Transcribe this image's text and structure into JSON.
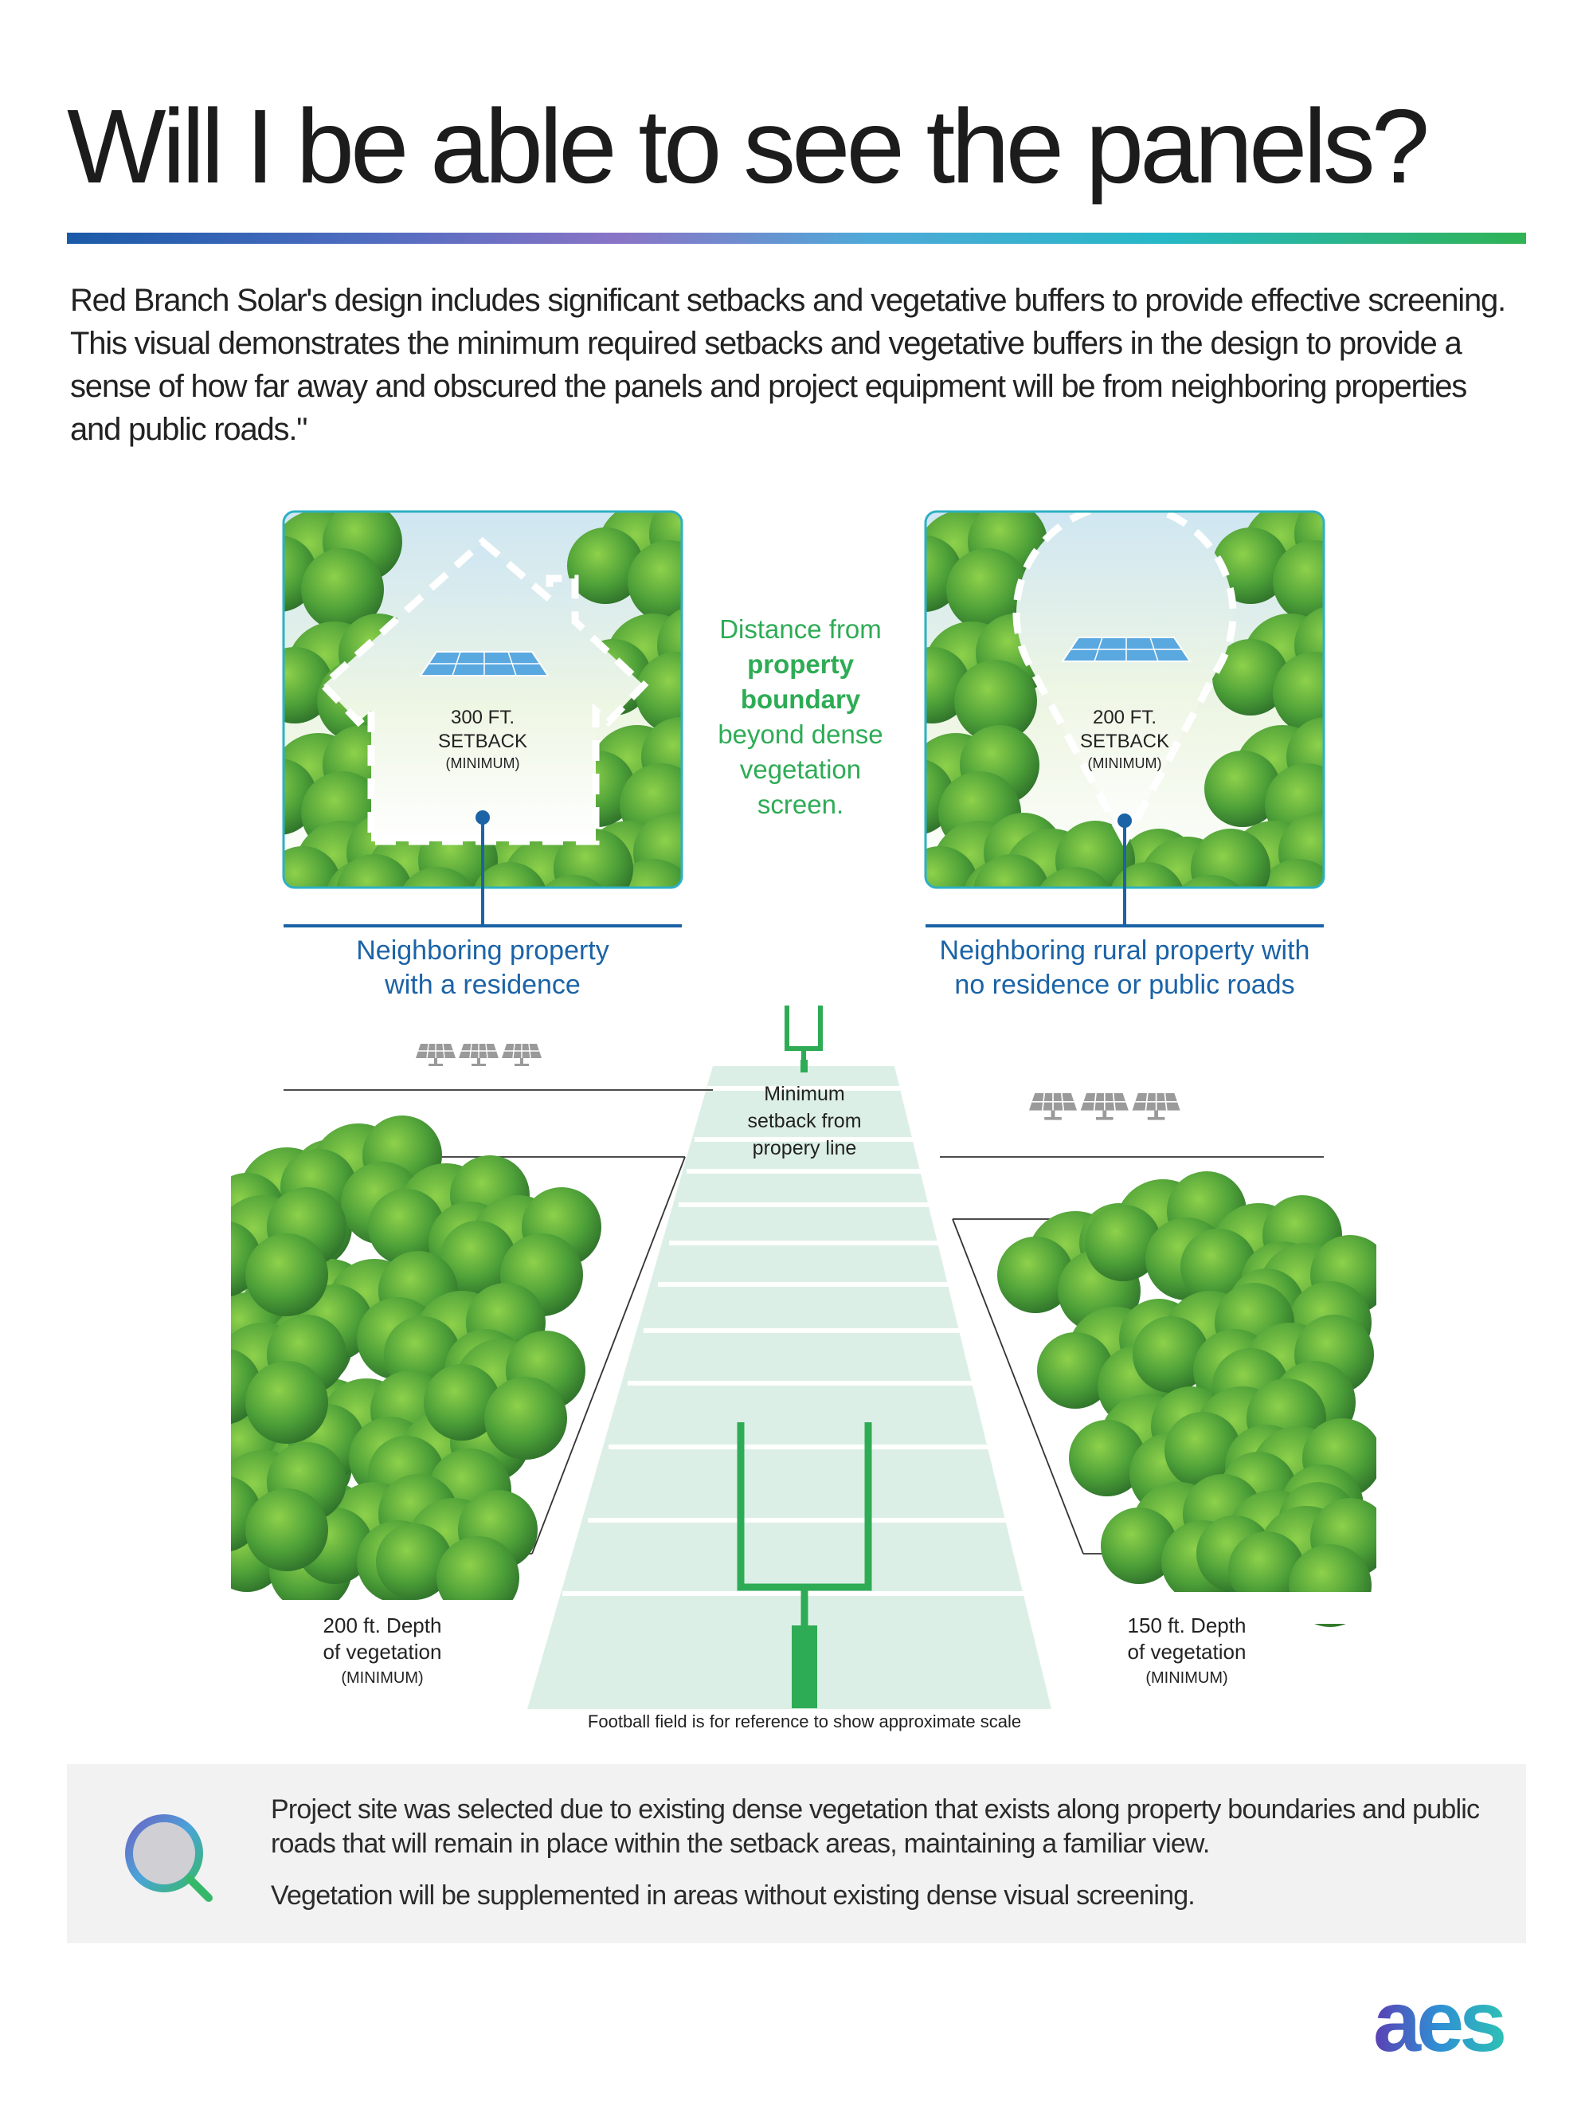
{
  "title": "Will I be able to see the panels?",
  "intro": "Red Branch Solar's design includes significant setbacks and vegetative buffers to provide effective screening. This visual demonstrates the minimum required setbacks and vegetative buffers in the design to provide a sense of how far away and obscured the panels and project equipment will be from neighboring properties and public roads.\"",
  "left_panel": {
    "setback_value": "300 FT.",
    "setback_word": "SETBACK",
    "setback_min": "(MINIMUM)",
    "caption_line1": "Neighboring property",
    "caption_line2": "with a residence"
  },
  "right_panel": {
    "setback_value": "200 FT.",
    "setback_word": "SETBACK",
    "setback_min": "(MINIMUM)",
    "caption_line1": "Neighboring rural property with",
    "caption_line2": "no residence or public roads"
  },
  "center_label": {
    "line1": "Distance from",
    "bold1": "property",
    "bold2": "boundary",
    "line2": "beyond dense",
    "line3": "vegetation",
    "line4": "screen."
  },
  "field": {
    "setback_line1": "Minimum",
    "setback_line2": "setback from",
    "setback_line3": "propery line",
    "left_depth_line1": "200 ft. Depth",
    "left_depth_line2": "of vegetation",
    "left_depth_min": "(MINIMUM)",
    "right_depth_line1": "150 ft. Depth",
    "right_depth_line2": "of vegetation",
    "right_depth_min": "(MINIMUM)",
    "scale_note": "Football field is for reference to show approximate scale"
  },
  "note": {
    "p1": "Project site was selected due to existing dense vegetation that exists along property boundaries and public roads that will remain in place within the setback areas, maintaining a familiar view.",
    "p2": "Vegetation will be supplemented in areas without existing dense visual screening."
  },
  "logo": "aes",
  "colors": {
    "green": "#2eac55",
    "blue": "#1b63a6",
    "field": "#dcefe6",
    "tree_dark": "#2e7d32",
    "tree_light": "#7cc043"
  },
  "icons": [
    "magnifier-icon",
    "solar-panel-icon",
    "goalpost-icon",
    "house-outline-icon",
    "map-pin-icon"
  ]
}
